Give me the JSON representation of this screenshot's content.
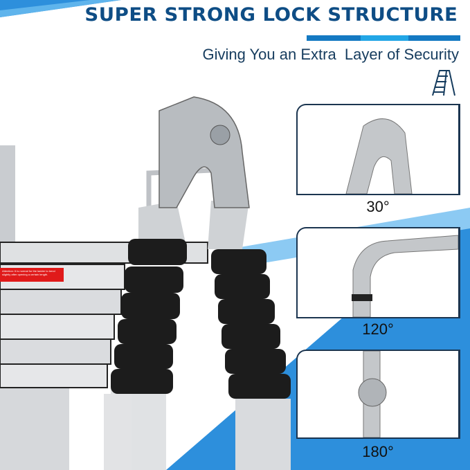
{
  "header": {
    "title": "SUPER STRONG LOCK STRUCTURE",
    "subtitle": "Giving You an Extra  Layer of Security",
    "ladder_icon": "ladder-icon"
  },
  "colors": {
    "title": "#0e4d85",
    "accent_dark": "#1479c2",
    "accent_light": "#22a6e6",
    "background_blue": "#2d8fdc"
  },
  "product": {
    "warning_sticker": "Attention: It is normal for the ladder to bend slightly after opening a certain length."
  },
  "angles": [
    {
      "label": "30°"
    },
    {
      "label": "120°"
    },
    {
      "label": "180°"
    }
  ]
}
